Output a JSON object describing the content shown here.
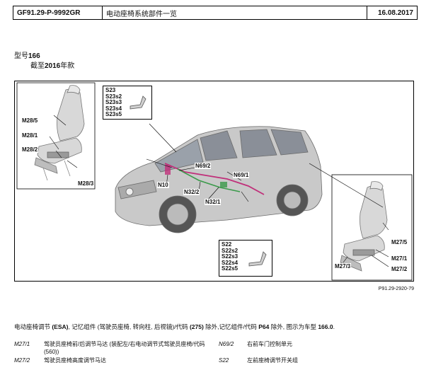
{
  "header": {
    "doc_code": "GF91.29-P-9992GR",
    "title": "电动座椅系统部件一览",
    "date": "16.08.2017"
  },
  "model": {
    "prefix": "型号",
    "number": "166"
  },
  "until": {
    "prefix": "截至",
    "year": "2016",
    "suffix": "年款"
  },
  "figure": {
    "callouts_left_seat": [
      "M28/5",
      "M28/1",
      "M28/2",
      "M28/3"
    ],
    "box_top_items": [
      "S23",
      "S23s2",
      "S23s3",
      "S23s4",
      "S23s5"
    ],
    "box_bottom_items": [
      "S22",
      "S22s2",
      "S22s3",
      "S22s4",
      "S22s5"
    ],
    "callouts_car": [
      "N69/2",
      "N69/1",
      "N10",
      "N32/2",
      "N32/1"
    ],
    "callouts_right_seat": [
      "M27/5",
      "M27/1",
      "M27/2",
      "M27/3"
    ],
    "reference": "P91.29-2920-79"
  },
  "description": {
    "part1": "电动座椅调节 ",
    "esa": "(ESA)",
    "part2": ", 记忆组件 (驾驶员座椅, 转向柱, 后视镜)/代码 ",
    "code1": "(275)",
    "part3": " 除外,记忆组件/代码 ",
    "code2": "P64",
    "part4": " 除外, 图示为车型 ",
    "model": "166.0",
    "end": "."
  },
  "legend": [
    {
      "code": "M27/1",
      "text": "驾驶员座椅前/后调节马达 (装配左/右电动调节式驾驶员座椅/代码 (560))"
    },
    {
      "code": "M27/2",
      "text": "驾驶员座椅高度调节马达"
    },
    {
      "code": "N69/2",
      "text": "右前车门控制单元"
    },
    {
      "code": "S22",
      "text": "左前座椅调节开关组"
    }
  ],
  "colors": {
    "car_body": "#c9c9c9",
    "wiring_magenta": "#c0307a",
    "wiring_green": "#3a9a4a"
  }
}
